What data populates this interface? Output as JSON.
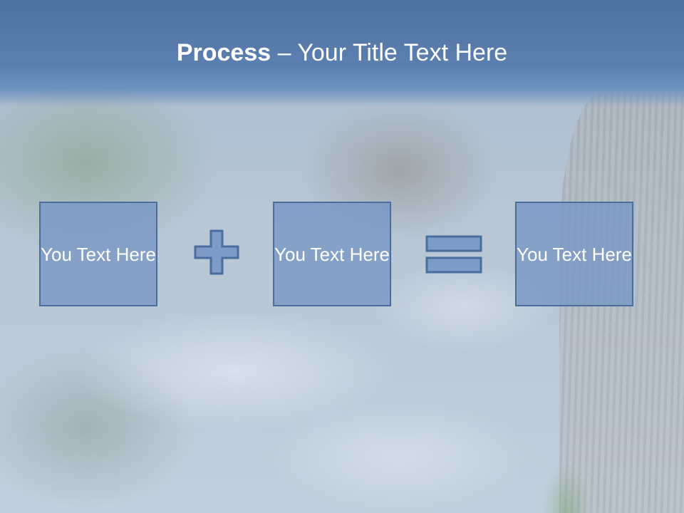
{
  "slide": {
    "title_bold": "Process",
    "title_rest": " – Your Title Text Here",
    "boxes": [
      {
        "text": "You Text Here"
      },
      {
        "text": "You Text Here"
      },
      {
        "text": "You Text Here"
      }
    ],
    "operators": [
      "plus",
      "equals"
    ],
    "colors": {
      "title_band": "#5b7fb0",
      "box_fill": "#7696c4",
      "box_border": "#4a6d9e",
      "text": "#ffffff"
    }
  }
}
